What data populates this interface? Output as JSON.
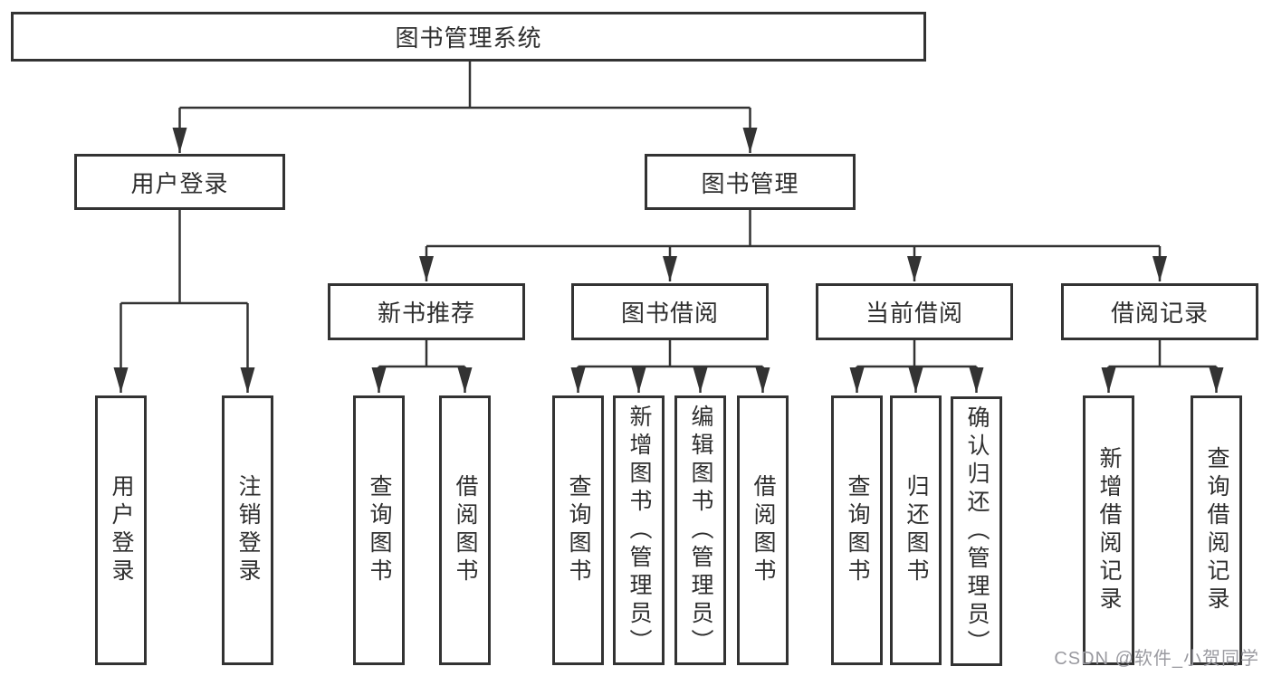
{
  "tree": {
    "label": "图书管理系统",
    "children": [
      {
        "label": "用户登录",
        "children": [
          {
            "label": "用户登录"
          },
          {
            "label": "注销登录"
          }
        ]
      },
      {
        "label": "图书管理",
        "children": [
          {
            "label": "新书推荐",
            "children": [
              {
                "label": "查询图书"
              },
              {
                "label": "借阅图书"
              }
            ]
          },
          {
            "label": "图书借阅",
            "children": [
              {
                "label": "查询图书"
              },
              {
                "label": "新增图书（管理员）"
              },
              {
                "label": "编辑图书（管理员）"
              },
              {
                "label": "借阅图书"
              }
            ]
          },
          {
            "label": "当前借阅",
            "children": [
              {
                "label": "查询图书"
              },
              {
                "label": "归还图书"
              },
              {
                "label": "确认归还（管理员）"
              }
            ]
          },
          {
            "label": "借阅记录",
            "children": [
              {
                "label": "新增借阅记录"
              },
              {
                "label": "查询借阅记录"
              }
            ]
          }
        ]
      }
    ]
  },
  "watermark": {
    "text": "CSDN @软件_小贺同学",
    "color": "#9a9aa0"
  },
  "colors": {
    "line": "#333333",
    "box_border": "#333333",
    "box_fill": "#ffffff",
    "text": "#2e2e2e",
    "background": "#ffffff"
  }
}
